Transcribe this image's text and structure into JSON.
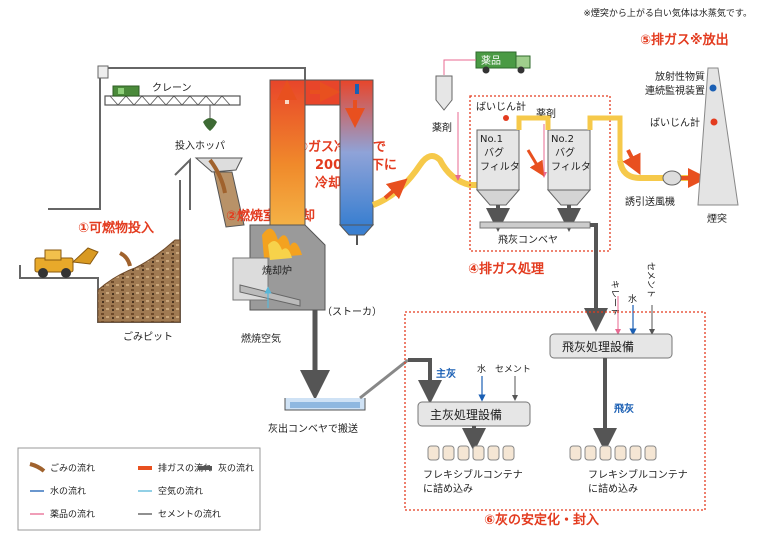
{
  "note": "※煙突から上がる白い気体は水蒸気です。",
  "steps": {
    "s1": "①可燃物投入",
    "s2": "②燃焼室で焼却",
    "s3_l1": "③ガス冷却室で",
    "s3_l2": "200℃以下に",
    "s3_l3": "冷却",
    "s4": "④排ガス処理",
    "s5": "⑤排ガス※放出",
    "s6": "⑥灰の安定化・封入"
  },
  "labels": {
    "crane": "クレーン",
    "hopper": "投入ホッパ",
    "pit": "ごみピット",
    "furnace": "焼却炉",
    "combustion_air": "燃焼空気",
    "stoker": "（ストーカ）",
    "ash_conveyor": "灰出コンベヤで搬送",
    "chemical_truck": "薬品",
    "chemical1": "薬剤",
    "chemical2": "薬剤",
    "dust_meter1": "ばいじん計",
    "dust_meter2": "ばいじん計",
    "bag1_l1": "No.1",
    "bag1_l2": "バグ",
    "bag1_l3": "フィルタ",
    "bag2_l1": "No.2",
    "bag2_l2": "バグ",
    "bag2_l3": "フィルタ",
    "fly_ash_conveyor": "飛灰コンベヤ",
    "fan": "誘引送風機",
    "stack": "煙突",
    "monitor_l1": "放射性物質",
    "monitor_l2": "連続監視装置",
    "chelate": "キレート",
    "water1": "水",
    "cement1": "セメント",
    "fly_ash_facility": "飛灰処理設備",
    "fly_ash": "飛灰",
    "main_ash": "主灰",
    "water2": "水",
    "cement2": "セメント",
    "main_ash_facility": "主灰処理設備",
    "flex1_l1": "フレキシブルコンテナ",
    "flex1_l2": "に詰め込み",
    "flex2_l1": "フレキシブルコンテナ",
    "flex2_l2": "に詰め込み"
  },
  "legend": {
    "items": [
      {
        "label": "ごみの流れ",
        "color": "#a0622d",
        "kind": "curve"
      },
      {
        "label": "排ガスの流れ",
        "color": "#e8501f",
        "kind": "bold"
      },
      {
        "label": "灰の流れ",
        "color": "#555555",
        "kind": "bold"
      },
      {
        "label": "水の流れ",
        "color": "#1a5fb4",
        "kind": "thin"
      },
      {
        "label": "空気の流れ",
        "color": "#58b7d9",
        "kind": "thin"
      },
      {
        "label": "薬品の流れ",
        "color": "#e86a92",
        "kind": "thin"
      },
      {
        "label": "セメントの流れ",
        "color": "#555555",
        "kind": "thin"
      }
    ]
  },
  "colors": {
    "accent_red": "#e33b1f",
    "gas_yellow": "#f6c94a",
    "ash_gray": "#555555",
    "water_blue": "#1a5fb4",
    "chemical_pink": "#e86a92"
  }
}
